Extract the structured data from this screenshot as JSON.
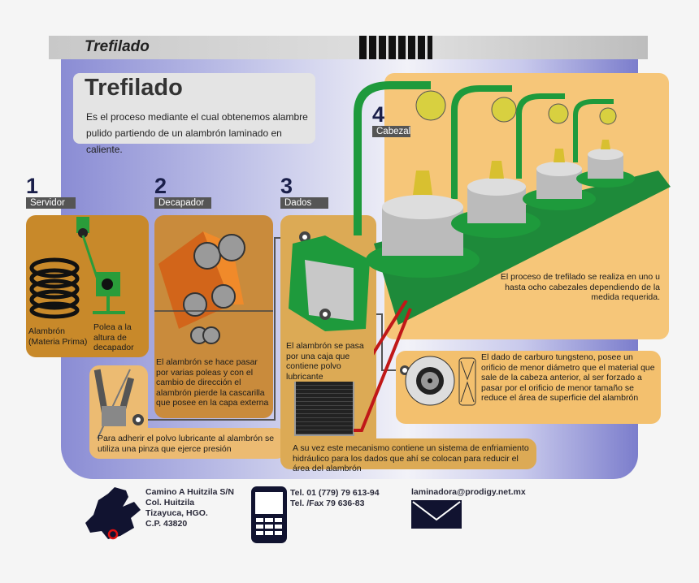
{
  "header": {
    "title": "Trefilado"
  },
  "intro": {
    "title": "Trefilado",
    "text": "Es el proceso mediante el cual obtenemos alambre pulido partiendo de un alambrón  laminado en caliente."
  },
  "steps": [
    {
      "number": "1",
      "label": "Servidor",
      "captions": [
        "Alambrón (Materia Prima)",
        "Polea a la altura de decapador"
      ]
    },
    {
      "number": "2",
      "label": "Decapador",
      "text": "El alambrón se hace pasar por varias poleas y con el cambio de dirección el alambrón pierde  la cascarilla que posee en la capa externa"
    },
    {
      "number": "3",
      "label": "Dados",
      "text": "El alambrón se pasa por una caja que contiene polvo lubricante"
    },
    {
      "number": "4",
      "label": "Cabezal",
      "text": "El proceso de trefilado se realiza en uno u hasta ocho cabezales dependiendo de la medida requerida."
    }
  ],
  "pinza": {
    "text": "Para adherir el polvo lubricante al alambrón se utiliza una pinza que ejerce presión"
  },
  "enfriamiento": {
    "text": "A su vez este mecanismo contiene un sistema de enfriamiento hidráulico para los dados que ahí se colocan para reducir el área del alambrón"
  },
  "dado": {
    "text": "El dado de carburo tungsteno, posee un orificio de menor diámetro que el material que sale de la cabeza anterior, al ser forzado a pasar por el orificio de menor tamaño se reduce el área de superficie del alambrón"
  },
  "footer": {
    "address": [
      "Camino A Huitzila S/N",
      "Col. Huitzila",
      "Tizayuca, HGO.",
      "C.P. 43820"
    ],
    "phones": [
      "Tel. 01 (779) 79 613-94",
      "Tel. /Fax 79 636-83"
    ],
    "email": "laminadora@prodigy.net.mx"
  },
  "colors": {
    "panel_blue": "#8a8cd4",
    "machine_green": "#1e9a3c",
    "box_orange": "#c8892a",
    "label_gray": "#555555"
  }
}
